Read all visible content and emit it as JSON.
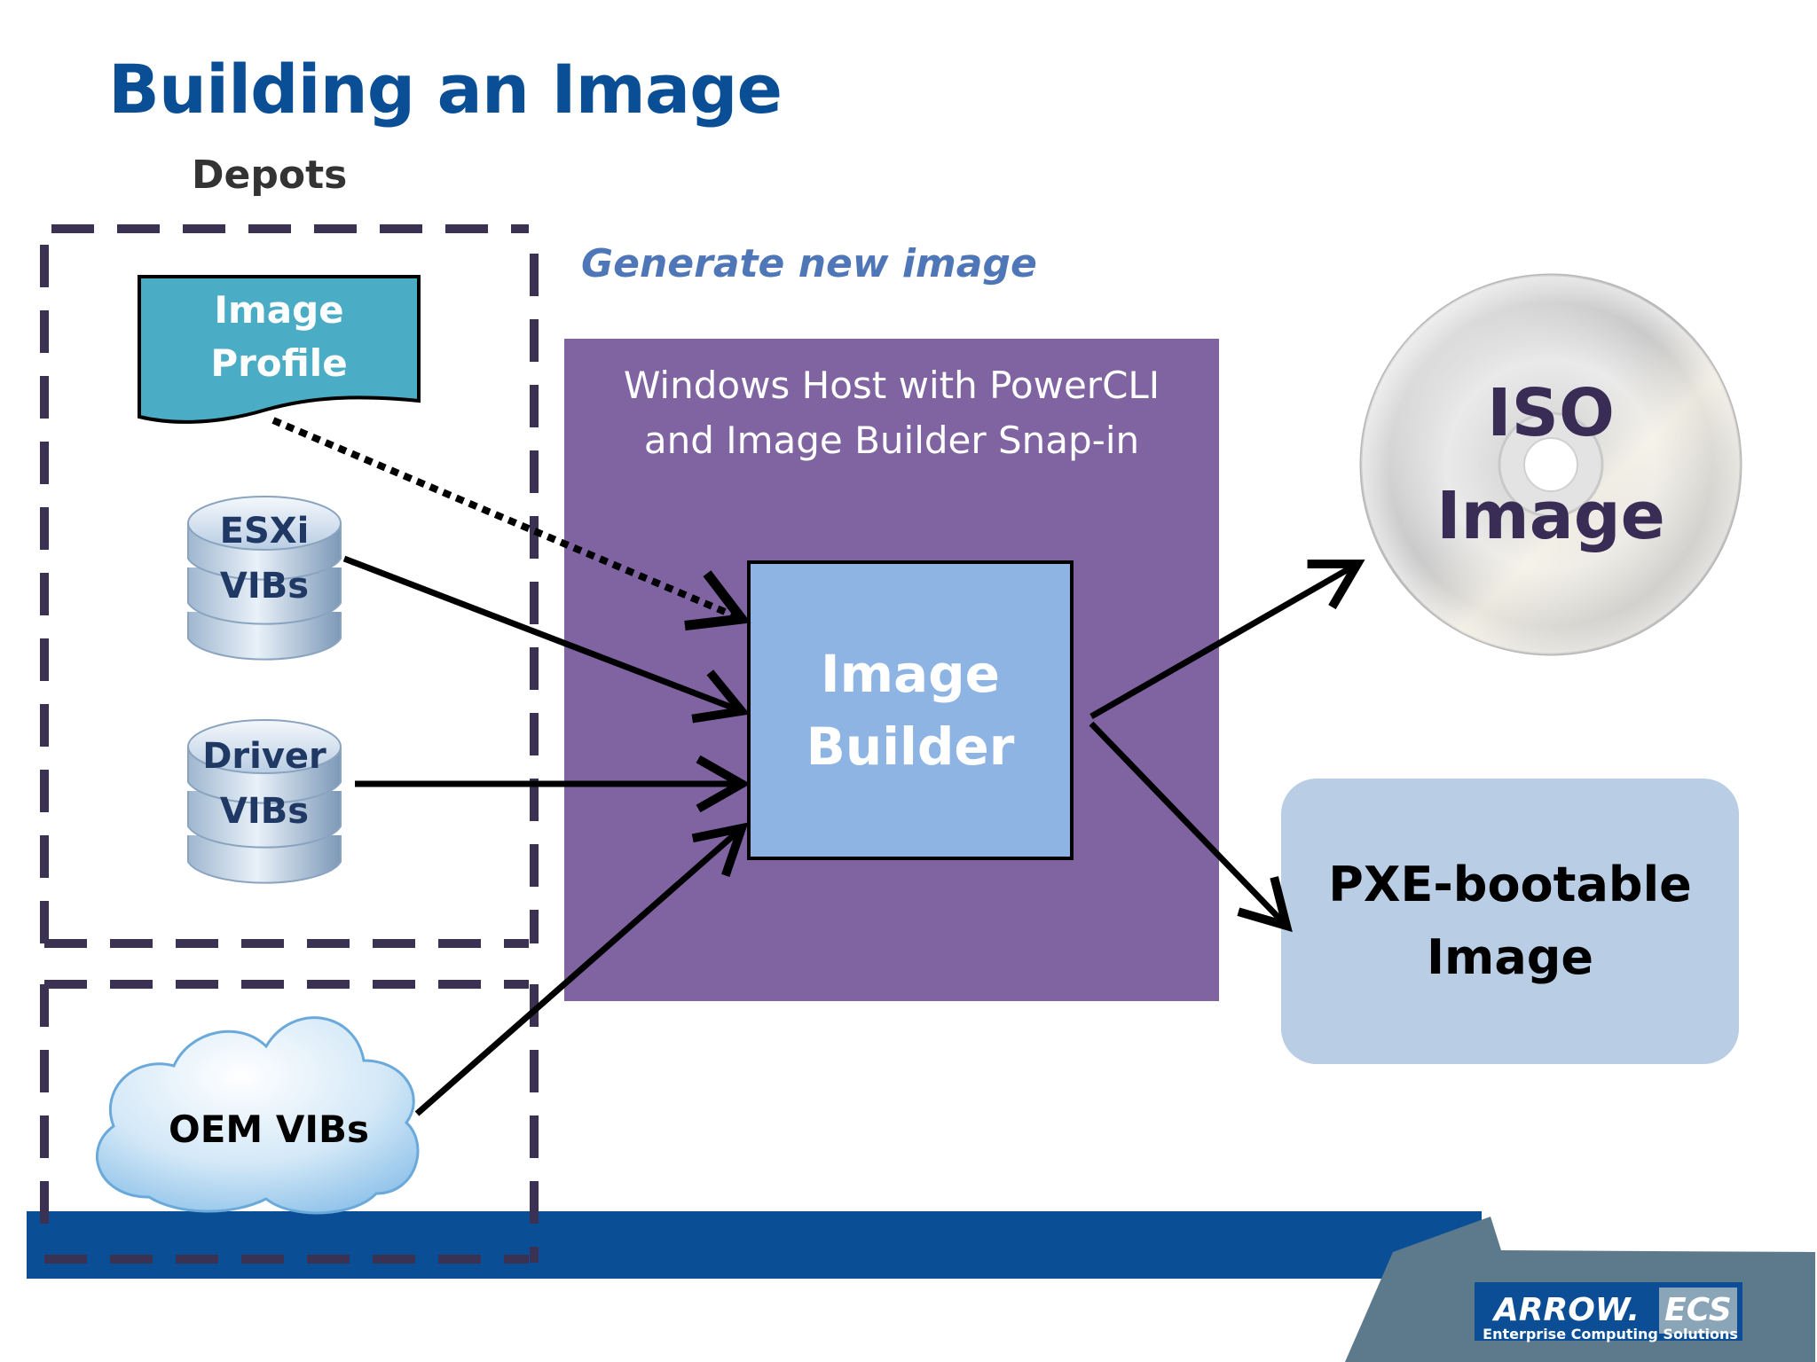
{
  "title": "Building an Image",
  "depots_label": "Depots",
  "generate_label": "Generate new image",
  "host": {
    "line1": "Windows Host with PowerCLI",
    "line2": "and Image Builder Snap-in"
  },
  "image_builder": {
    "line1": "Image",
    "line2": "Builder"
  },
  "image_profile": {
    "line1": "Image",
    "line2": "Profile"
  },
  "esxi_vibs": {
    "line1": "ESXi",
    "line2": "VIBs"
  },
  "driver_vibs": {
    "line1": "Driver",
    "line2": "VIBs"
  },
  "oem_vibs": {
    "label": "OEM VIBs"
  },
  "iso_image": {
    "line1": "ISO",
    "line2": "Image"
  },
  "pxe_image": {
    "line1": "PXE-bootable",
    "line2": "Image"
  },
  "logo": {
    "brand": "ARROW.",
    "product": "ECS",
    "tagline": "Enterprise Computing Solutions"
  },
  "colors": {
    "title": "#0a4f96",
    "host_box": "#8064a2",
    "builder_box": "#8eb4e3",
    "pxe_box": "#b9cde5",
    "profile_doc": "#4bacc6",
    "dash": "#3b3152",
    "footer": "#0a4f96"
  }
}
